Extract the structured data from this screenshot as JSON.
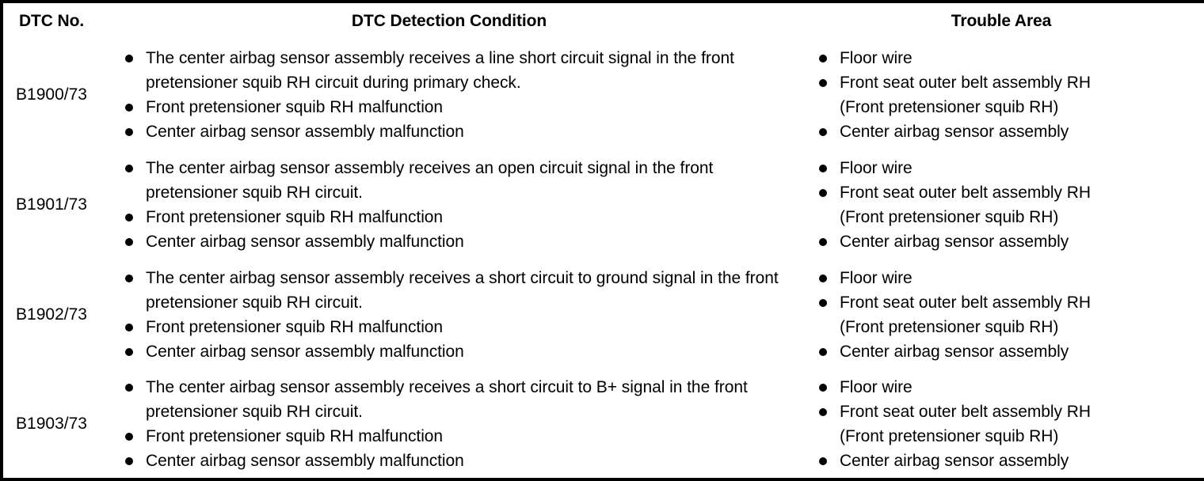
{
  "table": {
    "headers": {
      "dtc_no": "DTC No.",
      "detection_condition": "DTC Detection Condition",
      "trouble_area": "Trouble Area"
    },
    "rows": [
      {
        "dtc_no": "B1900/73",
        "conditions": [
          "The center airbag sensor assembly receives a line short circuit signal in the front pretensioner squib RH circuit during primary check.",
          "Front pretensioner squib RH malfunction",
          "Center airbag sensor assembly malfunction"
        ],
        "trouble_areas": [
          "Floor wire",
          "Front seat outer belt assembly RH",
          "Center airbag sensor assembly"
        ],
        "trouble_area_sub": "(Front pretensioner squib RH)"
      },
      {
        "dtc_no": "B1901/73",
        "conditions": [
          "The center airbag sensor assembly receives an open circuit signal in the front pretensioner squib RH circuit.",
          "Front pretensioner squib RH malfunction",
          "Center airbag sensor assembly malfunction"
        ],
        "trouble_areas": [
          "Floor wire",
          "Front seat outer belt assembly RH",
          "Center airbag sensor assembly"
        ],
        "trouble_area_sub": "(Front pretensioner squib RH)"
      },
      {
        "dtc_no": "B1902/73",
        "conditions": [
          "The center airbag sensor assembly receives a short circuit to ground signal in the front pretensioner squib RH circuit.",
          "Front pretensioner squib RH malfunction",
          "Center airbag sensor assembly malfunction"
        ],
        "trouble_areas": [
          "Floor wire",
          "Front seat outer belt assembly RH",
          "Center airbag sensor assembly"
        ],
        "trouble_area_sub": "(Front pretensioner squib RH)"
      },
      {
        "dtc_no": "B1903/73",
        "conditions": [
          "The center airbag sensor assembly receives a short circuit to B+ signal in the front pretensioner squib RH circuit.",
          "Front pretensioner squib RH malfunction",
          "Center airbag sensor assembly malfunction"
        ],
        "trouble_areas": [
          "Floor wire",
          "Front seat outer belt assembly RH",
          "Center airbag sensor assembly"
        ],
        "trouble_area_sub": "(Front pretensioner squib RH)"
      }
    ]
  }
}
